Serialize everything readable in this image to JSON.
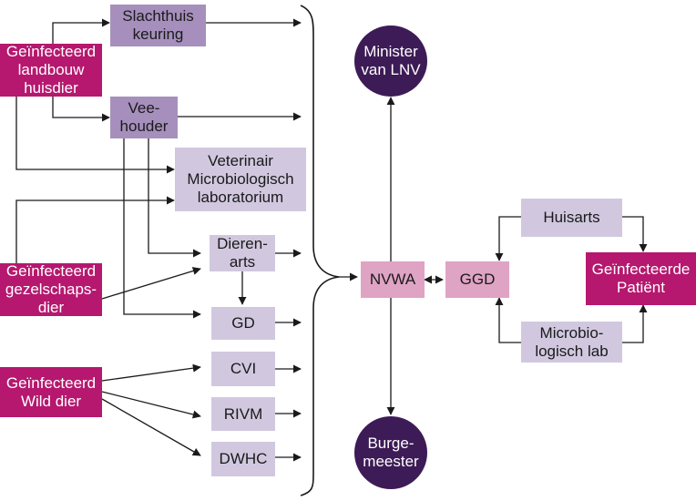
{
  "sources": {
    "landbouw": "Geïnfecteerd\nlandbouw\nhuisdier",
    "gezelschap": "Geïnfecteerd\ngezelschaps-\ndier",
    "wild": "Geïnfecteerd\nWild dier"
  },
  "actors": {
    "slachthuis": "Slachthuis\nkeuring",
    "veehouder": "Vee-\nhouder",
    "vml": "Veterinair\nMicrobiologisch\nlaboratorium",
    "dierenarts": "Dieren-\narts",
    "gd": "GD",
    "cvi": "CVI",
    "rivm": "RIVM",
    "dwhc": "DWHC"
  },
  "center": {
    "nvwa": "NVWA",
    "ggd": "GGD",
    "minister": "Minister\nvan LNV",
    "burgemeester": "Burge-\nmeester"
  },
  "human": {
    "huisarts": "Huisarts",
    "microlab": "Microbio-\nlogisch lab",
    "patient": "Geïnfecteerde\nPatiënt"
  },
  "colors": {
    "source": "#b5186e",
    "actor_dark": "#a68fbd",
    "actor_light": "#d1c8e0",
    "center": "#dfa3c4",
    "authority": "#3d1b56",
    "line": "#1a1a1a"
  }
}
